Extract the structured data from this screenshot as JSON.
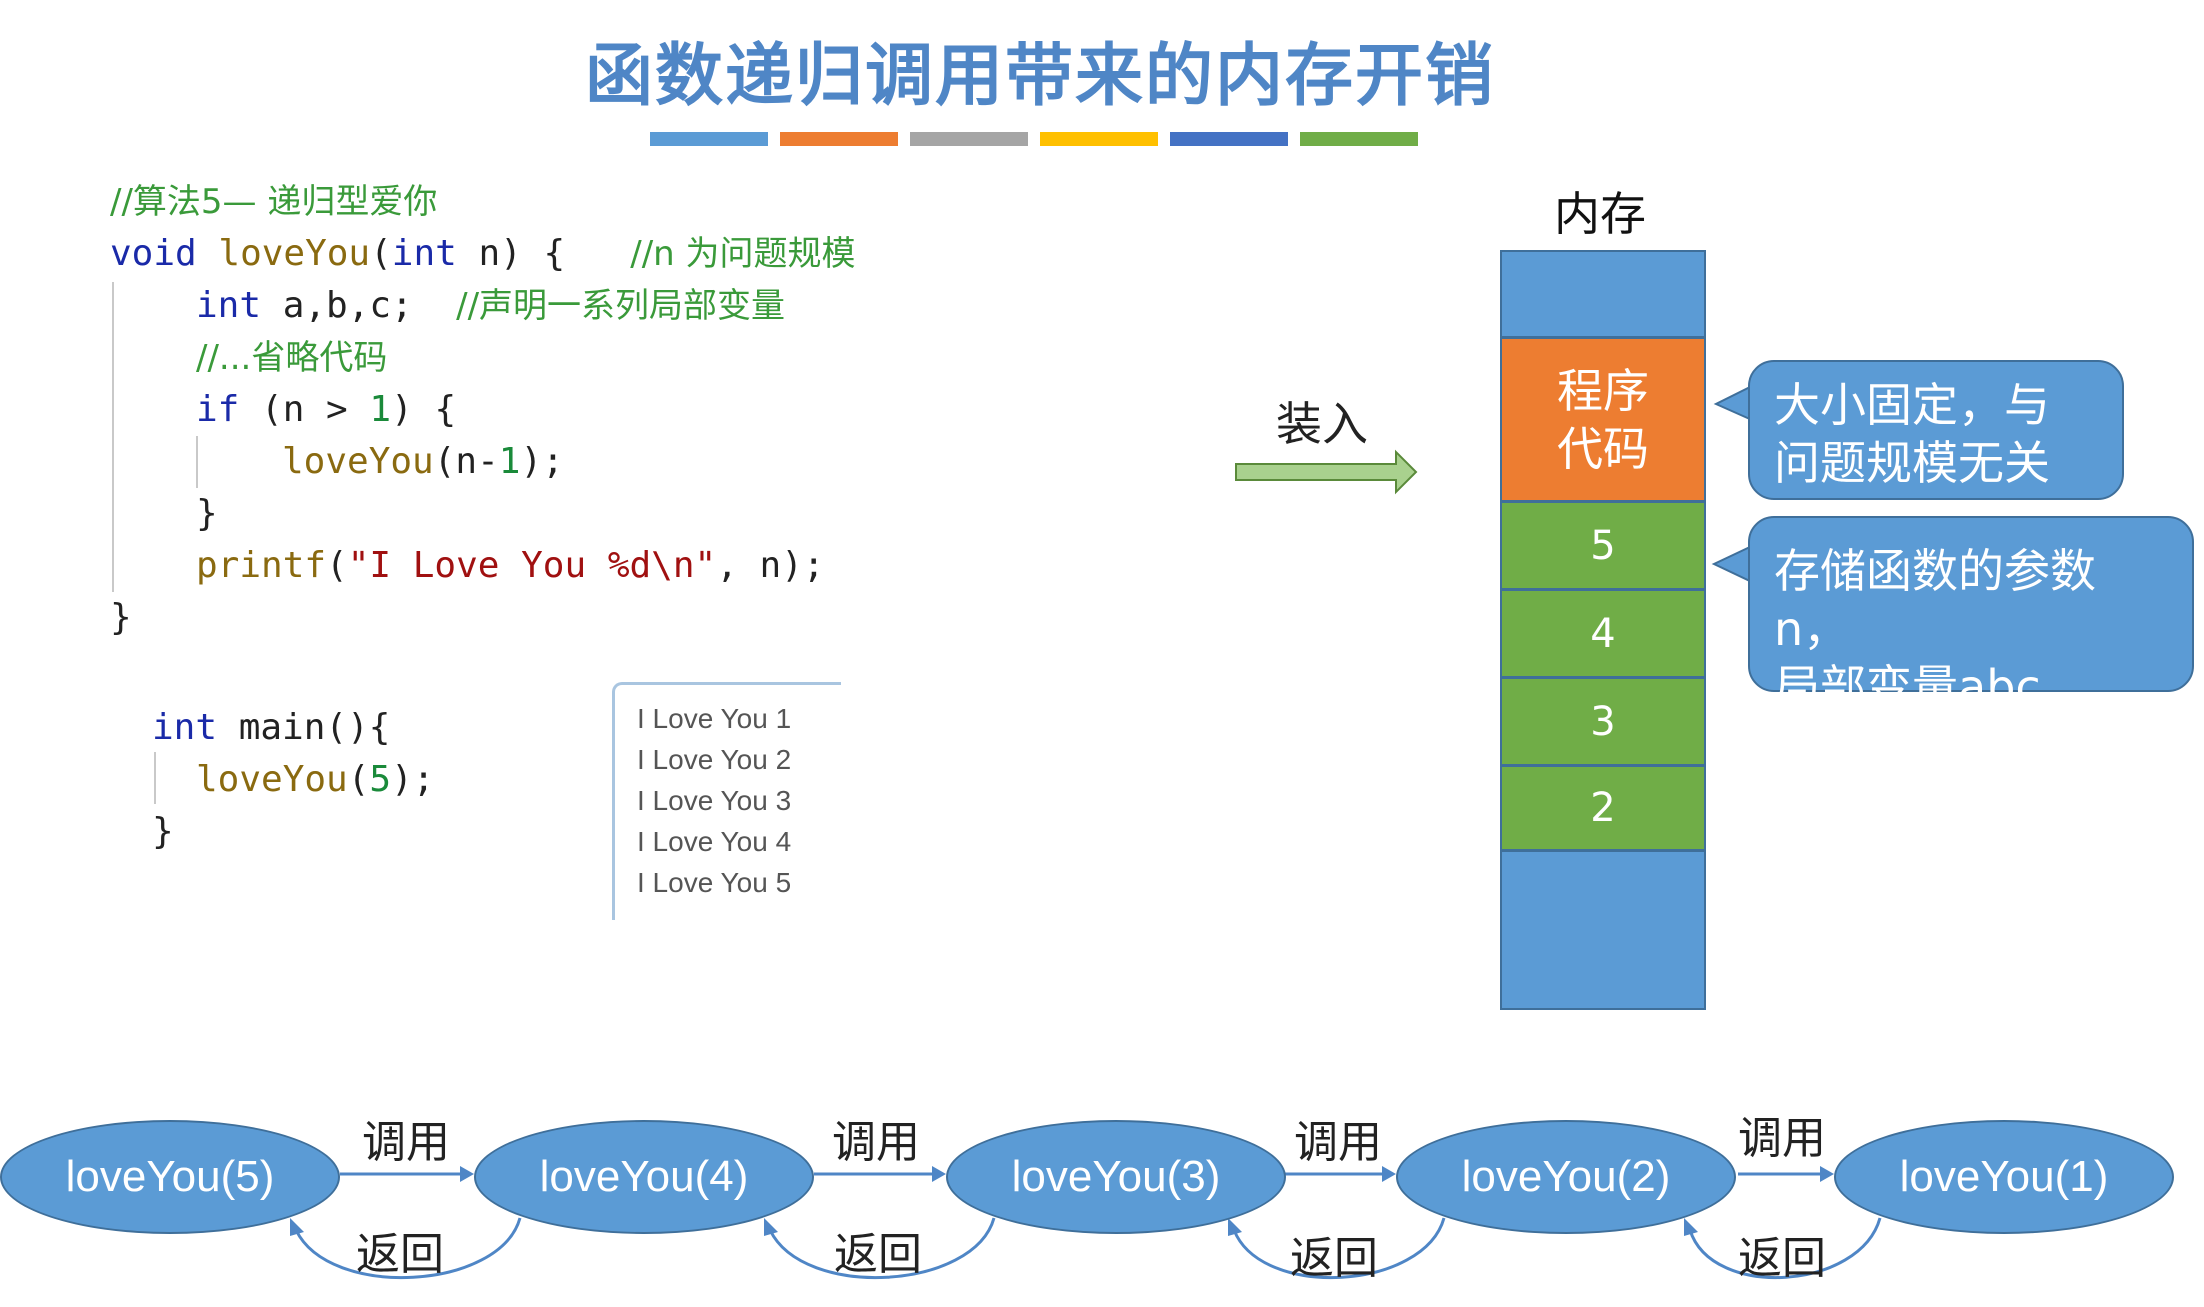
{
  "title": "函数递归调用带来的内存开销",
  "accent_bar_colors": [
    "#5b9bd5",
    "#ed7d31",
    "#a5a5a5",
    "#ffc000",
    "#4472c4",
    "#70ad47"
  ],
  "code": {
    "comment_header": "//算法5— 递归型爱你",
    "sig_kw": "void",
    "sig_fn": "loveYou",
    "sig_paren_open": "(",
    "sig_param_kw": "int",
    "sig_rest": " n) {",
    "sig_comment": "//n 为问题规模",
    "decl_kw": "int",
    "decl_rest": " a,b,c;",
    "decl_comment": "//声明一系列局部变量",
    "omit_comment": "//...省略代码",
    "if_kw": "if",
    "if_open": " (n > ",
    "if_num": "1",
    "if_close": ") {",
    "rec_fn": "loveYou",
    "rec_open": "(n-",
    "rec_num": "1",
    "rec_close": ");",
    "brace_close": "}",
    "printf_fn": "printf",
    "printf_open": "(",
    "printf_str": "\"I Love You %d\\n\"",
    "printf_rest": ", n);",
    "fn_close": "}",
    "main_kw": "int",
    "main_rest": " main(){",
    "main_call_fn": "loveYou",
    "main_call_open": "(",
    "main_call_num": "5",
    "main_call_close": ");",
    "main_close": "}"
  },
  "output_lines": [
    "I Love You 1",
    "I Love You 2",
    "I Love You 3",
    "I Love You 4",
    "I Love You 5"
  ],
  "load_label": "装入",
  "memory": {
    "label": "内存",
    "code_block_line1": "程序",
    "code_block_line2": "代码",
    "frames": [
      "5",
      "4",
      "3",
      "2"
    ]
  },
  "callouts": {
    "code_line1": "大小固定，与",
    "code_line2": "问题规模无关",
    "frames_line1": "存储函数的参数n，",
    "frames_line2": "局部变量abc..."
  },
  "calls": [
    "loveYou(5)",
    "loveYou(4)",
    "loveYou(3)",
    "loveYou(2)",
    "loveYou(1)"
  ],
  "call_label": "调用",
  "return_label": "返回"
}
